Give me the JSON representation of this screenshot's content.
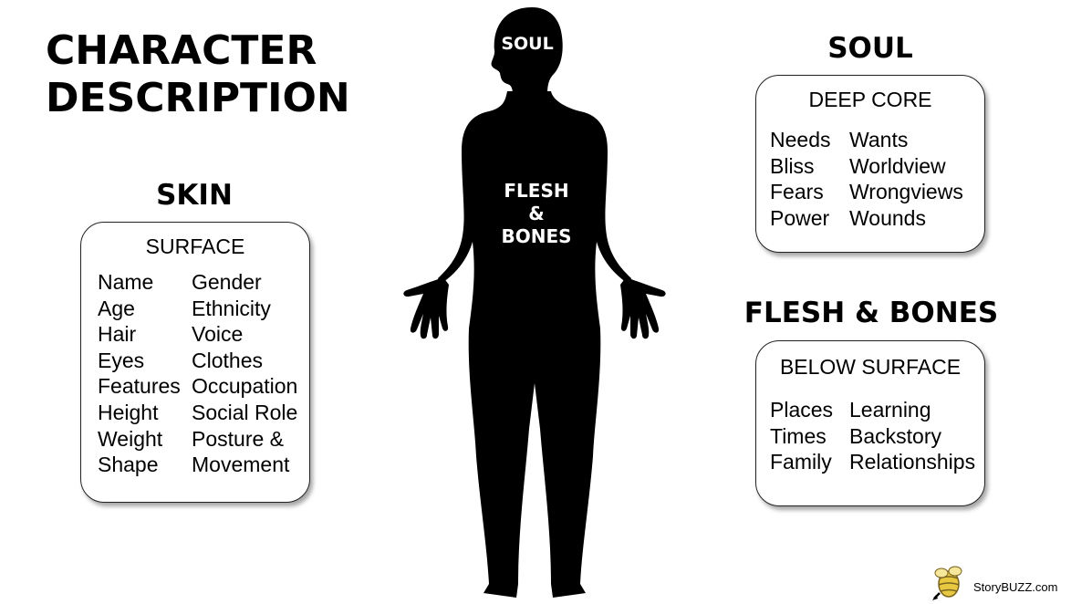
{
  "title": {
    "line1": "CHARACTER",
    "line2": "DESCRIPTION"
  },
  "figure": {
    "head_label": "SOUL",
    "torso_label_1": "FLESH",
    "torso_label_2": "&",
    "torso_label_3": "BONES"
  },
  "skin": {
    "heading": "SKIN",
    "box_title": "SURFACE",
    "col1": [
      "Name",
      "Age",
      "Hair",
      "Eyes",
      "Features",
      "Height",
      "Weight",
      "Shape"
    ],
    "col2": [
      "Gender",
      "Ethnicity",
      "Voice",
      "Clothes",
      "Occupation",
      "Social Role",
      "Posture &",
      "Movement"
    ]
  },
  "soul": {
    "heading": "SOUL",
    "box_title": "DEEP CORE",
    "col1": [
      "Needs",
      "Bliss",
      "Fears",
      "Power"
    ],
    "col2": [
      "Wants",
      "Worldview",
      "Wrongviews",
      "Wounds"
    ]
  },
  "flesh": {
    "heading": "FLESH & BONES",
    "box_title": "BELOW SURFACE",
    "col1": [
      "Places",
      "Times",
      "Family"
    ],
    "col2": [
      "Learning",
      "Backstory",
      "Relationships"
    ]
  },
  "brand": {
    "text": "StoryBUZZ.com",
    "logo_icon": "bee-logo-icon"
  },
  "colors": {
    "figure": "#000000",
    "logo": "#e8c840"
  }
}
